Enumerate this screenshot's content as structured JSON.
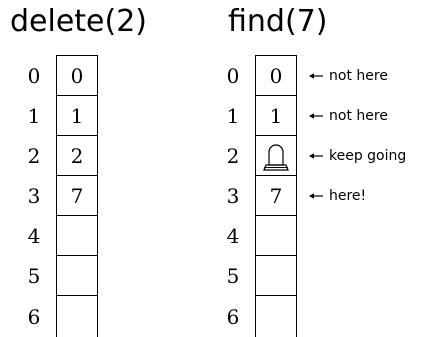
{
  "left": {
    "title": "delete(2)",
    "rows": [
      {
        "index": "0",
        "value": "0"
      },
      {
        "index": "1",
        "value": "1"
      },
      {
        "index": "2",
        "value": "2"
      },
      {
        "index": "3",
        "value": "7"
      },
      {
        "index": "4",
        "value": ""
      },
      {
        "index": "5",
        "value": ""
      },
      {
        "index": "6",
        "value": ""
      }
    ]
  },
  "right": {
    "title": "find(7)",
    "rows": [
      {
        "index": "0",
        "value": "0",
        "note": "not here"
      },
      {
        "index": "1",
        "value": "1",
        "note": "not here"
      },
      {
        "index": "2",
        "value": "",
        "icon": "tombstone-icon",
        "note": "keep going"
      },
      {
        "index": "3",
        "value": "7",
        "note": "here!"
      },
      {
        "index": "4",
        "value": ""
      },
      {
        "index": "5",
        "value": ""
      },
      {
        "index": "6",
        "value": ""
      }
    ]
  }
}
